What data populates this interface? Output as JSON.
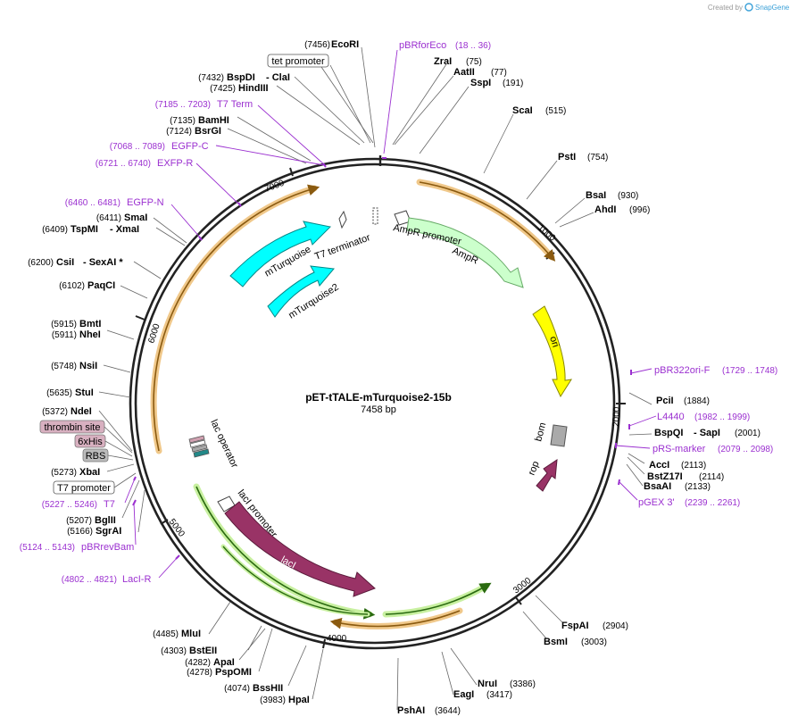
{
  "brand": {
    "created_by": "Created by",
    "name": "SnapGene"
  },
  "plasmid": {
    "name": "pET-tTALE-mTurquoise2-15b",
    "size": "7458 bp"
  },
  "ticks": [
    "1000",
    "2000",
    "3000",
    "4000",
    "5000",
    "6000",
    "7000"
  ],
  "sites": [
    {
      "name": "EcoRI",
      "pos": "(7456)"
    },
    {
      "name": "ZraI",
      "pos": "(75)"
    },
    {
      "name": "AatII",
      "pos": "(77)"
    },
    {
      "name": "SspI",
      "pos": "(191)"
    },
    {
      "name": "ScaI",
      "pos": "(515)"
    },
    {
      "name": "PstI",
      "pos": "(754)"
    },
    {
      "name": "BsaI",
      "pos": "(930)"
    },
    {
      "name": "AhdI",
      "pos": "(996)"
    },
    {
      "name": "PciI",
      "pos": "(1884)"
    },
    {
      "name": "BspQI",
      "pos": "(2001)",
      "extra": "- SapI"
    },
    {
      "name": "AccI",
      "pos": "(2113)"
    },
    {
      "name": "BstZ17I",
      "pos": "(2114)"
    },
    {
      "name": "BsaAI",
      "pos": "(2133)"
    },
    {
      "name": "FspAI",
      "pos": "(2904)"
    },
    {
      "name": "BsmI",
      "pos": "(3003)"
    },
    {
      "name": "NruI",
      "pos": "(3386)"
    },
    {
      "name": "EagI",
      "pos": "(3417)"
    },
    {
      "name": "PshAI",
      "pos": "(3644)"
    },
    {
      "name": "HpaI",
      "pos": "(3983)"
    },
    {
      "name": "BssHII",
      "pos": "(4074)"
    },
    {
      "name": "PspOMI",
      "pos": "(4278)"
    },
    {
      "name": "ApaI",
      "pos": "(4282)"
    },
    {
      "name": "BstEII",
      "pos": "(4303)"
    },
    {
      "name": "MluI",
      "pos": "(4485)"
    },
    {
      "name": "SgrAI",
      "pos": "(5166)"
    },
    {
      "name": "BglII",
      "pos": "(5207)"
    },
    {
      "name": "XbaI",
      "pos": "(5273)"
    },
    {
      "name": "NdeI",
      "pos": "(5372)"
    },
    {
      "name": "StuI",
      "pos": "(5635)"
    },
    {
      "name": "NsiI",
      "pos": "(5748)"
    },
    {
      "name": "NheI",
      "pos": "(5911)"
    },
    {
      "name": "BmtI",
      "pos": "(5915)"
    },
    {
      "name": "PaqCI",
      "pos": "(6102)"
    },
    {
      "name": "CsiI",
      "pos": "(6200)",
      "extra": "- SexAI *"
    },
    {
      "name": "TspMI",
      "pos": "(6409)",
      "extra": "- XmaI"
    },
    {
      "name": "SmaI",
      "pos": "(6411)"
    },
    {
      "name": "BsrGI",
      "pos": "(7124)"
    },
    {
      "name": "BamHI",
      "pos": "(7135)"
    },
    {
      "name": "HindIII",
      "pos": "(7425)"
    },
    {
      "name": "BspDI",
      "pos": "(7432)",
      "extra": "- ClaI"
    }
  ],
  "primers": [
    {
      "name": "pBRforEco",
      "range": "(18 .. 36)"
    },
    {
      "name": "pBR322ori-F",
      "range": "(1729 .. 1748)"
    },
    {
      "name": "L4440",
      "range": "(1982 .. 1999)"
    },
    {
      "name": "pRS-marker",
      "range": "(2079 .. 2098)"
    },
    {
      "name": "pGEX 3'",
      "range": "(2239 .. 2261)"
    },
    {
      "name": "LacI-R",
      "range": "(4802 .. 4821)"
    },
    {
      "name": "pBRrevBam",
      "range": "(5124 .. 5143)"
    },
    {
      "name": "T7",
      "range": "(5227 .. 5246)"
    },
    {
      "name": "EGFP-N",
      "range": "(6460 .. 6481)"
    },
    {
      "name": "EXFP-R",
      "range": "(6721 .. 6740)"
    },
    {
      "name": "EGFP-C",
      "range": "(7068 .. 7089)"
    },
    {
      "name": "T7 Term",
      "range": "(7185 .. 7203)"
    }
  ],
  "boxed": {
    "tet_promoter": "tet promoter",
    "thrombin": "thrombin site",
    "his": "6xHis",
    "rbs": "RBS",
    "t7_promoter": "T7 promoter"
  },
  "features": {
    "mturquoise": "mTurquoise",
    "mturquoise2": "mTurquoise2",
    "t7_terminator": "T7 terminator",
    "ampr_promoter": "AmpR promoter",
    "ampr": "AmpR",
    "ori": "ori",
    "bom": "bom",
    "rop": "rop",
    "lac_operator": "lac operator",
    "laci_promoter": "lacI promoter",
    "laci": "lacI"
  },
  "colors": {
    "ampr": "#ccffcc",
    "turquoise": "#00ffff",
    "ori": "#ffff00",
    "laci": "#993366",
    "bom": "#aaaaaa",
    "primer": "#9b30d0",
    "orange_arc": "#f0c88a",
    "green_arc": "#c8f0a0"
  }
}
